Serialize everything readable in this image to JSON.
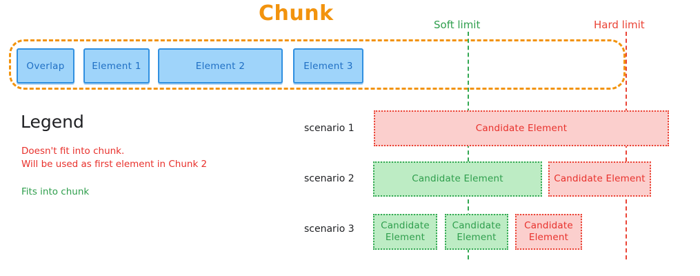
{
  "diagram": {
    "title": "Chunk",
    "colors": {
      "chunk_orange": "#f2930d",
      "element_blue_fill": "#9fd4fa",
      "element_blue_border": "#2f8fe0",
      "soft_limit_green": "#34a853",
      "hard_limit_red": "#ea4335",
      "fits_green_fill": "#bdecc4",
      "not_fit_red_fill": "#fbcfcd",
      "text_dark": "#202124"
    }
  },
  "chunk": {
    "elements": [
      {
        "label": "Overlap"
      },
      {
        "label": "Element 1"
      },
      {
        "label": "Element 2"
      },
      {
        "label": "Element 3"
      }
    ]
  },
  "limits": {
    "soft": {
      "label": "Soft limit",
      "color": "#2e9e4c"
    },
    "hard": {
      "label": "Hard limit",
      "color": "#ea4335"
    }
  },
  "legend": {
    "title": "Legend",
    "not_fit_line1": "Doesn't fit into chunk.",
    "not_fit_line2": "Will be used as first element in Chunk 2",
    "fits": "Fits into chunk"
  },
  "scenarios": [
    {
      "label": "scenario 1",
      "boxes": [
        {
          "text": "Candidate Element",
          "state": "not-fit"
        }
      ]
    },
    {
      "label": "scenario 2",
      "boxes": [
        {
          "text": "Candidate Element",
          "state": "fits"
        },
        {
          "text": "Candidate Element",
          "state": "not-fit"
        }
      ]
    },
    {
      "label": "scenario 3",
      "boxes": [
        {
          "text": "Candidate Element",
          "state": "fits"
        },
        {
          "text": "Candidate Element",
          "state": "fits"
        },
        {
          "text": "Candidate Element",
          "state": "not-fit"
        }
      ]
    }
  ]
}
